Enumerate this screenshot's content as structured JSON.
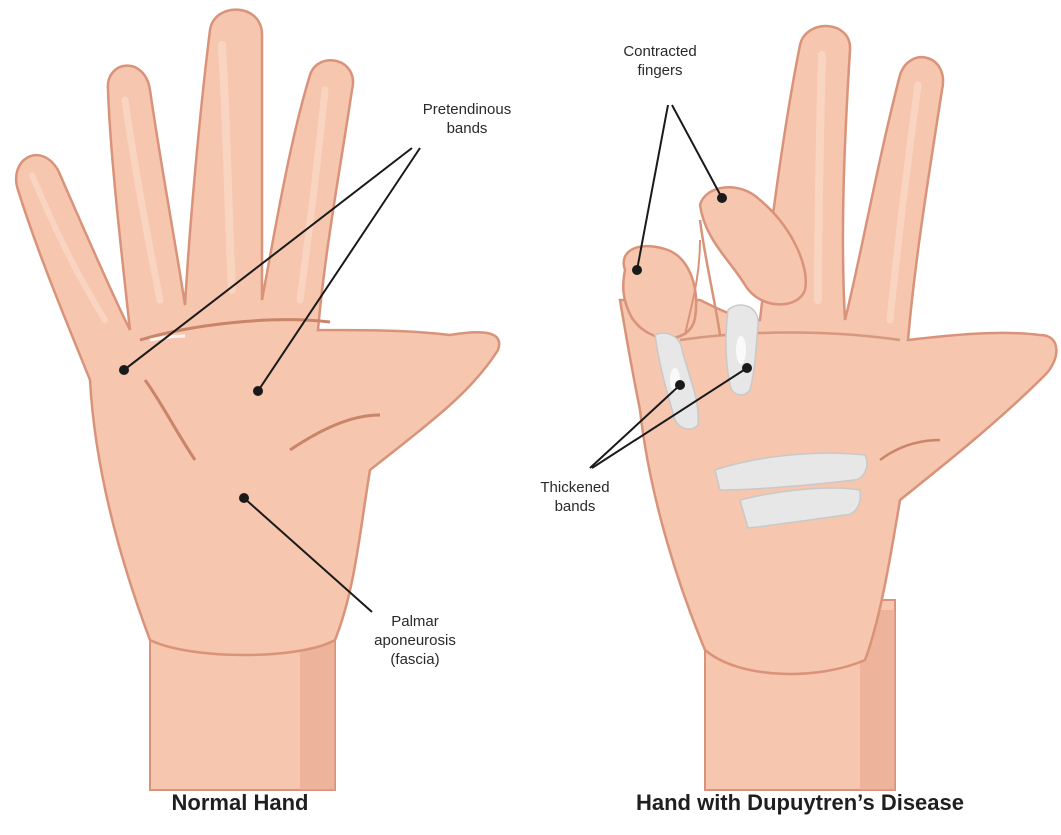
{
  "colors": {
    "skin": "#f6c6ae",
    "skin_light": "#f9d5c1",
    "skin_shadow": "#e8a88e",
    "outline": "#d9937a",
    "palm_crease": "#c98469",
    "band": "#e7e7e7",
    "band_edge": "#c9c9c9",
    "leader": "#1a1a1a"
  },
  "labels": {
    "pretendinous": "Pretendinous\nbands",
    "palmar": "Palmar\naponeurosis\n(fascia)",
    "contracted": "Contracted\nfingers",
    "thickened": "Thickened\nbands"
  },
  "captions": {
    "normal": "Normal Hand",
    "disease": "Hand with Dupuytren’s Disease"
  },
  "icons": [
    "normal-hand-illustration",
    "dupuytren-hand-illustration"
  ]
}
